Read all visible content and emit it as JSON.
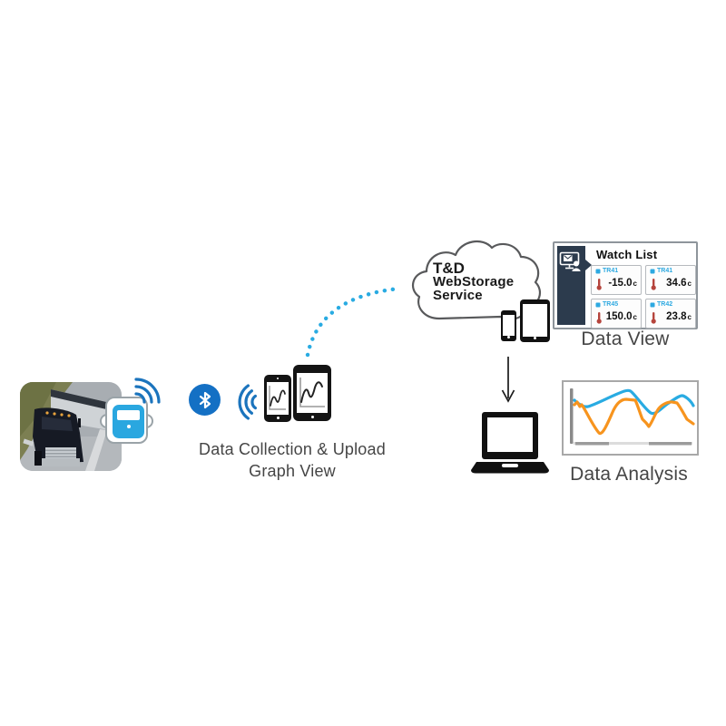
{
  "colors": {
    "accent_blue": "#29abe2",
    "bluetooth_blue": "#1470c4",
    "signal_blue": "#1b74bd",
    "navy": "#2c3b4d",
    "orange": "#f7941e",
    "thermometer_red": "#b5443c",
    "caption_gray": "#454545"
  },
  "icons": {
    "logger": "data-logger-icon",
    "radio_waves": "radio-waves-icon",
    "bluetooth": "bluetooth-icon",
    "smartphone_graph": "smartphone-graph-icon",
    "tablet_graph": "tablet-graph-icon",
    "cloud": "cloud-icon",
    "smartphone": "smartphone-icon",
    "tablet": "tablet-icon",
    "monitor_mail": "monitor-mail-icon",
    "thermometer": "thermometer-icon",
    "down_arrow": "down-arrow-icon",
    "laptop": "laptop-icon",
    "line_chart": "line-chart-icon"
  },
  "collection": {
    "caption_line1": "Data Collection & Upload",
    "caption_line2": "Graph View"
  },
  "cloud": {
    "line1": "T&D",
    "line2": "WebStorage",
    "line3": "Service"
  },
  "watch_list": {
    "title": "Watch List",
    "cards": [
      {
        "label": "TR41",
        "value": "-15.0",
        "unit": "c"
      },
      {
        "label": "TR41",
        "value": "34.6",
        "unit": "c"
      },
      {
        "label": "TR45",
        "value": "150.0",
        "unit": "c"
      },
      {
        "label": "TR42",
        "value": "23.8",
        "unit": "c"
      }
    ]
  },
  "data_view": {
    "caption": "Data View"
  },
  "data_analysis": {
    "caption": "Data Analysis"
  }
}
